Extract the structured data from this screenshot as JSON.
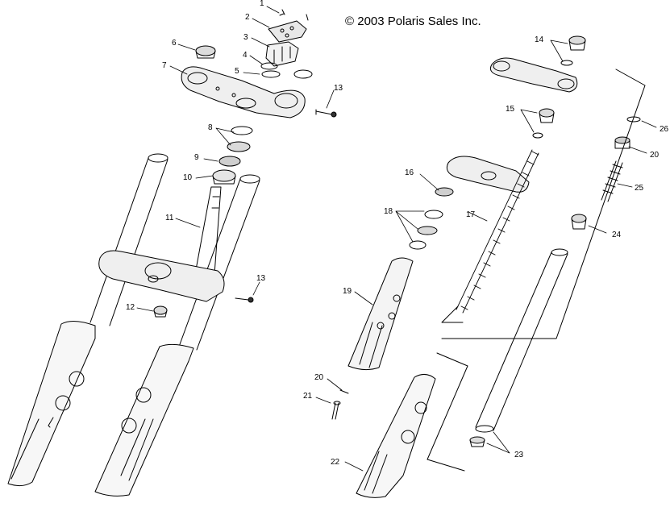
{
  "copyright": {
    "symbol": "©",
    "text": "2003 Polaris Sales Inc."
  },
  "callouts": {
    "c1": "1",
    "c2": "2",
    "c3": "3",
    "c4": "4",
    "c5": "5",
    "c6": "6",
    "c7": "7",
    "c8": "8",
    "c9": "9",
    "c10": "10",
    "c11": "11",
    "c12": "12",
    "c13a": "13",
    "c13b": "13",
    "c14": "14",
    "c15": "15",
    "c16": "16",
    "c17": "17",
    "c18": "18",
    "c19": "19",
    "c20a": "20",
    "c20b": "20",
    "c21": "21",
    "c22": "22",
    "c23": "23",
    "c24": "24",
    "c25": "25",
    "c26": "26"
  },
  "colors": {
    "ink": "#000000",
    "shade": "#9a9a9a",
    "paper": "#ffffff"
  }
}
